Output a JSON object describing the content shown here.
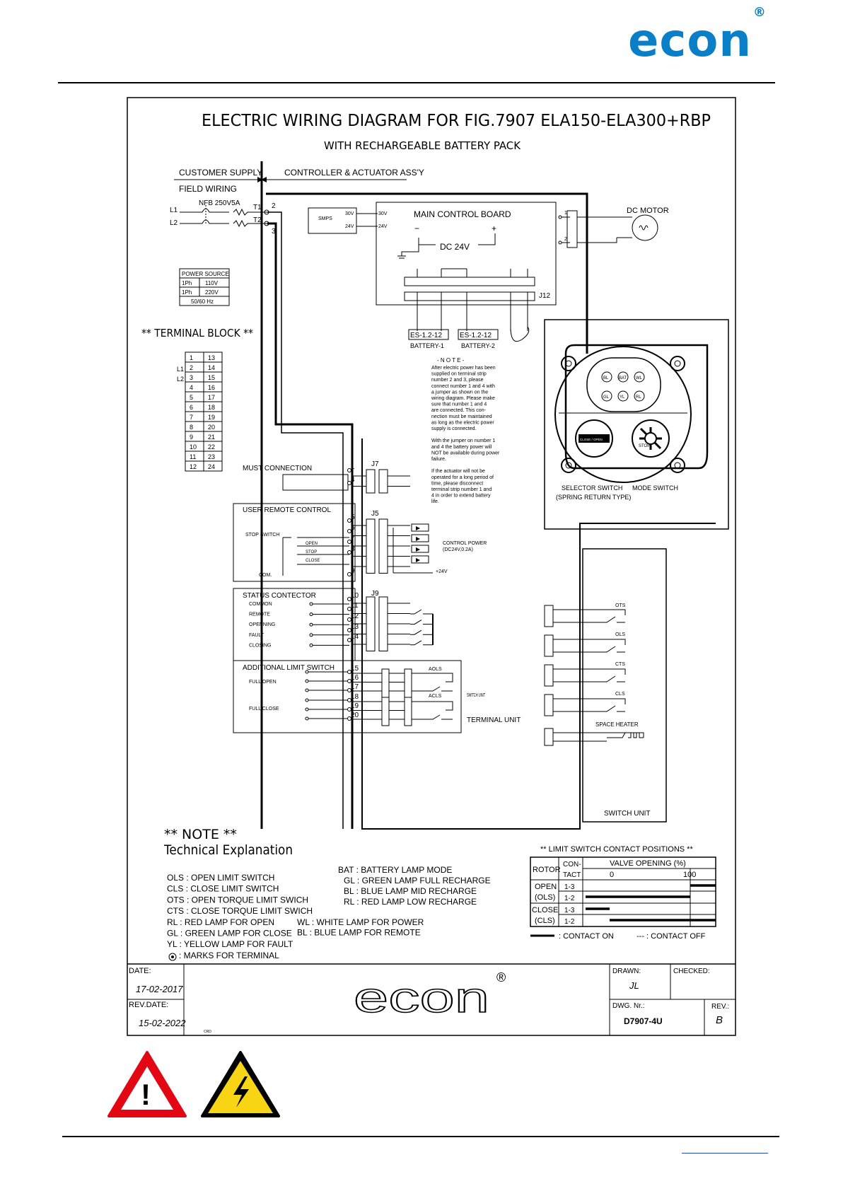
{
  "header": {
    "logo_text": "econ",
    "registered_mark": "®"
  },
  "diagram": {
    "title": "ELECTRIC WIRING DIAGRAM FOR FIG.7907 ELA150-ELA300+RBP",
    "subtitle": "WITH RECHARGEABLE BATTERY PACK",
    "customer_supply": "CUSTOMER SUPPLY",
    "field_wiring": "FIELD WIRING",
    "controller_assy": "CONTROLLER & ACTUATOR ASS'Y",
    "nfb": "NFB 250V5A",
    "l1": "L1",
    "l2": "L2",
    "t1": "T1",
    "t2": "T2",
    "term2": "2",
    "term3": "3",
    "smps": "SMPS",
    "v30": "30V",
    "v24": "24V",
    "main_board": "MAIN CONTROL BOARD",
    "dc24": "DC 24V",
    "minus": "−",
    "plus": "+",
    "dc_motor": "DC MOTOR",
    "motor_1": "1",
    "motor_2": "2",
    "j12": "J12",
    "battery1_label": "ES-1.2-12",
    "battery2_label": "ES-1.2-12",
    "battery1": "BATTERY-1",
    "battery2": "BATTERY-2",
    "power_source": {
      "header": "POWER SOURCE",
      "rows": [
        [
          "1Ph",
          "110V"
        ],
        [
          "1Ph",
          "220V"
        ],
        [
          "50/60 Hz",
          ""
        ]
      ]
    },
    "terminal_block_title": "** TERMINAL BLOCK **",
    "terminal_block": [
      [
        "1",
        "13"
      ],
      [
        "2",
        "14"
      ],
      [
        "3",
        "15"
      ],
      [
        "4",
        "16"
      ],
      [
        "5",
        "17"
      ],
      [
        "6",
        "18"
      ],
      [
        "7",
        "19"
      ],
      [
        "8",
        "20"
      ],
      [
        "9",
        "21"
      ],
      [
        "10",
        "22"
      ],
      [
        "11",
        "23"
      ],
      [
        "12",
        "24"
      ]
    ],
    "tb_l1": "L1",
    "tb_l2": "L2",
    "note_title": "- N O T E -",
    "note_lines": [
      "After electric power has been",
      "supplied on terminal strip",
      "number 2 and 3, please",
      "connect number 1 and 4 with",
      "a jumper as shown on the",
      "wiring diagram. Please make",
      "sure that number 1 and 4",
      "are connected. This con-",
      "nection must be maintained",
      "as long as the electric power",
      "supply is connected.",
      "",
      "With the jumper on number 1",
      "and 4 the battery power will",
      "NOT be available during power",
      "failure.",
      "",
      "If the actuator will not be",
      "operated for a long period of",
      "time, please disconnect",
      "terminal strip number 1 and",
      "4 in order to extend battery",
      "life."
    ],
    "lamps_top": [
      "BL",
      "BAT",
      "WL"
    ],
    "lamps_bottom": [
      "GL",
      "YL",
      "RL"
    ],
    "selector_knob": "CLOSE / OPEN",
    "mode_knob": "STOP",
    "selector_switch": "SELECTOR SWITCH",
    "spring_return": "(SPRING RETURN TYPE)",
    "mode_switch": "MODE SWITCH",
    "must_connection": "MUST CONNECTION",
    "j7": "J7",
    "user_remote": "USER REMOTE CONTROL",
    "stop_switch": "STOP SWITCH",
    "open": "OPEN",
    "stop": "STOP",
    "close": "CLOSE",
    "com": "COM.",
    "j5": "J5",
    "control_power": "CONTROL POWER",
    "control_power_spec": "(DC24V,0.2A)",
    "plus24": "+24V",
    "status_contactor": "STATUS CONTECTOR",
    "status_items": [
      "COMMON",
      "REMOTE",
      "OPENNING",
      "FAULT",
      "CLOSING"
    ],
    "j9": "J9",
    "add_limit": "ADDITIONAL LIMIT SWITCH",
    "full_open": "FULL OPEN",
    "full_close": "FULL CLOSE",
    "aols": "AOLS",
    "acls": "ACLS",
    "switch_unit_small": "SWITCH UNIT",
    "terminal_unit": "TERMINAL UNIT",
    "terminal_numbers": [
      "1",
      "4",
      "5",
      "6",
      "7",
      "8",
      "9",
      "10",
      "11",
      "12",
      "13",
      "14",
      "15",
      "16",
      "17",
      "18",
      "19",
      "20"
    ],
    "ots": "OTS",
    "ols": "OLS",
    "cts": "CTS",
    "cls": "CLS",
    "space_heater": "SPACE HEATER",
    "switch_unit": "SWITCH UNIT",
    "note2_title": "** NOTE **",
    "note2_sub": "Technical Explanation",
    "explanations_left": [
      "OLS : OPEN LIMIT SWITCH",
      "CLS : CLOSE LIMIT SWITCH",
      "OTS : OPEN TORQUE LIMIT SWICH",
      "CTS : CLOSE TORQUE LIMIT SWICH",
      "RL : RED LAMP FOR OPEN",
      "GL : GREEN LAMP FOR CLOSE",
      "YL : YELLOW LAMP FOR FAULT",
      ": MARKS FOR TERMINAL"
    ],
    "explanations_mid": [
      "BAT : BATTERY LAMP MODE",
      "GL : GREEN LAMP FULL RECHARGE",
      "BL : BLUE LAMP MID RECHARGE",
      "RL : RED LAMP LOW RECHARGE"
    ],
    "explanations_lamps": [
      "WL : WHITE LAMP FOR POWER",
      "BL : BLUE LAMP FOR REMOTE"
    ],
    "limit_title": "** LIMIT SWITCH CONTACT POSITIONS **",
    "limit_table": {
      "rotor": "ROTOR",
      "contact": "CON-",
      "contact2": "TACT",
      "valve_opening": "VALVE OPENING (%)",
      "zero": "0",
      "hundred": "100",
      "open": "OPEN",
      "ols": "(OLS)",
      "close": "CLOSE",
      "cls": "(CLS)",
      "c13": "1-3",
      "c12": "1-2"
    },
    "contact_on": ": CONTACT ON",
    "contact_off": "--- : CONTACT OFF",
    "title_block": {
      "date_label": "DATE:",
      "date": "17-02-2017",
      "rev_date_label": "REV.DATE:",
      "rev_date": "15-02-2022",
      "crd": "CRD",
      "logo": "econ",
      "drawn_label": "DRAWN:",
      "drawn": "JL",
      "checked_label": "CHECKED:",
      "dwg_label": "DWG. Nr.:",
      "dwg": "D7907-4U",
      "rev_label": "REV.:",
      "rev": "B"
    }
  },
  "warnings": {
    "general": "!",
    "electrical": "high-voltage-icon"
  }
}
